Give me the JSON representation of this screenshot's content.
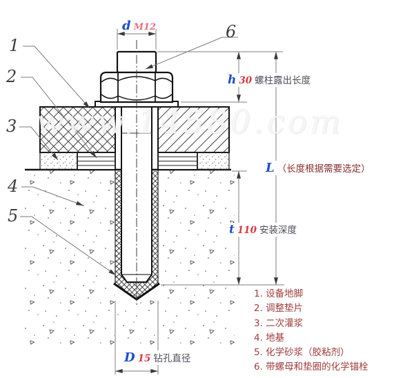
{
  "watermark": "www.14580.com",
  "dims": {
    "d": {
      "sym": "d",
      "val": "M12"
    },
    "h": {
      "sym": "h",
      "val": "30",
      "label": "螺柱露出长度"
    },
    "L": {
      "sym": "L",
      "label": "（长度根据需要选定）"
    },
    "t": {
      "sym": "t",
      "val": "110",
      "label": "安装深度"
    },
    "D": {
      "sym": "D",
      "val": "15",
      "label": "钻孔直径"
    }
  },
  "callouts": {
    "n1": "1",
    "n2": "2",
    "n3": "3",
    "n4": "4",
    "n5": "5",
    "n6": "6"
  },
  "legend": [
    "1. 设备地脚",
    "2. 调整垫片",
    "3. 二次灌浆",
    "4. 地基",
    "5. 化学砂浆（胶粘剂）",
    "6. 带螺母和垫圈的化学锚栓"
  ],
  "colors": {
    "symbol_blue": "#1d4ec9",
    "value_red": "#d93540",
    "thread_spec_pink": "#e8707f",
    "dim_text_gray": "#4e4e5a",
    "legend_red": "#a03c3c",
    "note_red": "#8b2f2f",
    "line_black": "#111111",
    "dim_line_gray": "#7d7d7d"
  }
}
